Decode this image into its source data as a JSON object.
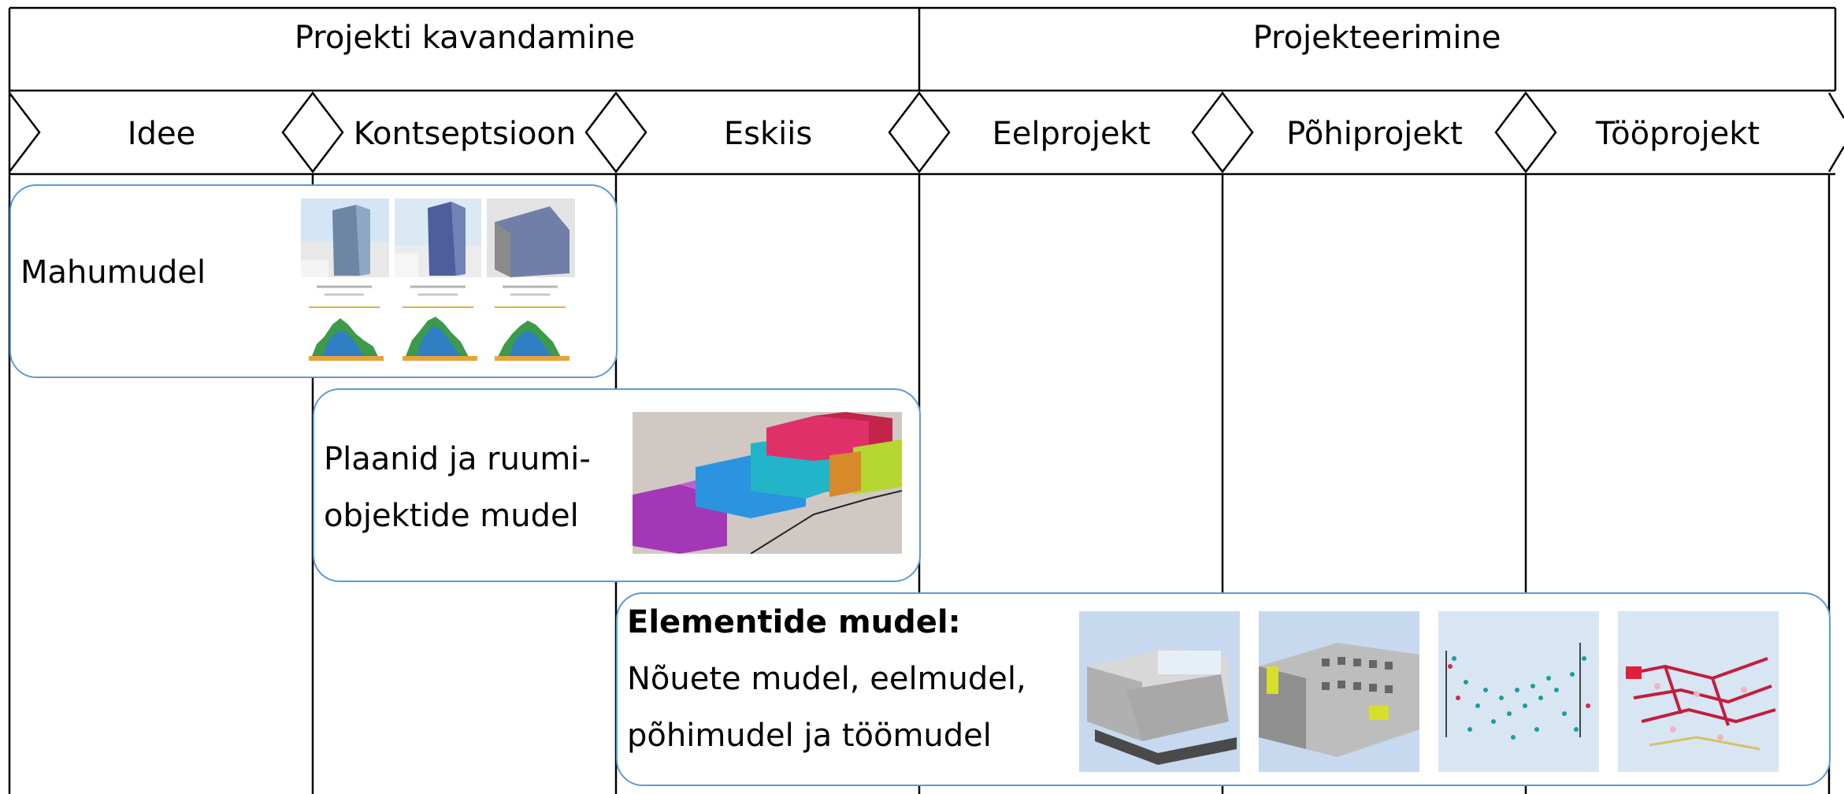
{
  "header": {
    "phase_groups": [
      {
        "label": "Projekti kavandamine"
      },
      {
        "label": "Projekteerimine"
      }
    ],
    "stages": [
      {
        "label": "Idee"
      },
      {
        "label": "Kontseptsioon"
      },
      {
        "label": "Eskiis"
      },
      {
        "label": "Eelprojekt"
      },
      {
        "label": "Põhiprojekt"
      },
      {
        "label": "Tööprojekt"
      }
    ]
  },
  "models": {
    "mass_model": {
      "label": "Mahumudel",
      "thumbnails": [
        "tower-render-chart",
        "tower-render-chart",
        "tower-render-chart"
      ]
    },
    "space_model": {
      "label_line1": "Plaanid ja ruumi-",
      "label_line2": "objektide mudel",
      "thumbnail": "colored-space-blocks-render"
    },
    "element_model": {
      "title": "Elementide mudel:",
      "line1": "Nõuete mudel, eelmudel,",
      "line2": "põhimudel ja töömudel",
      "thumbnails": [
        "building-model-render",
        "facade-model-render",
        "cyan-point-model-render",
        "red-mep-model-render"
      ]
    }
  },
  "colors": {
    "card_border": "#5b9bd5",
    "lines": "#000000"
  }
}
